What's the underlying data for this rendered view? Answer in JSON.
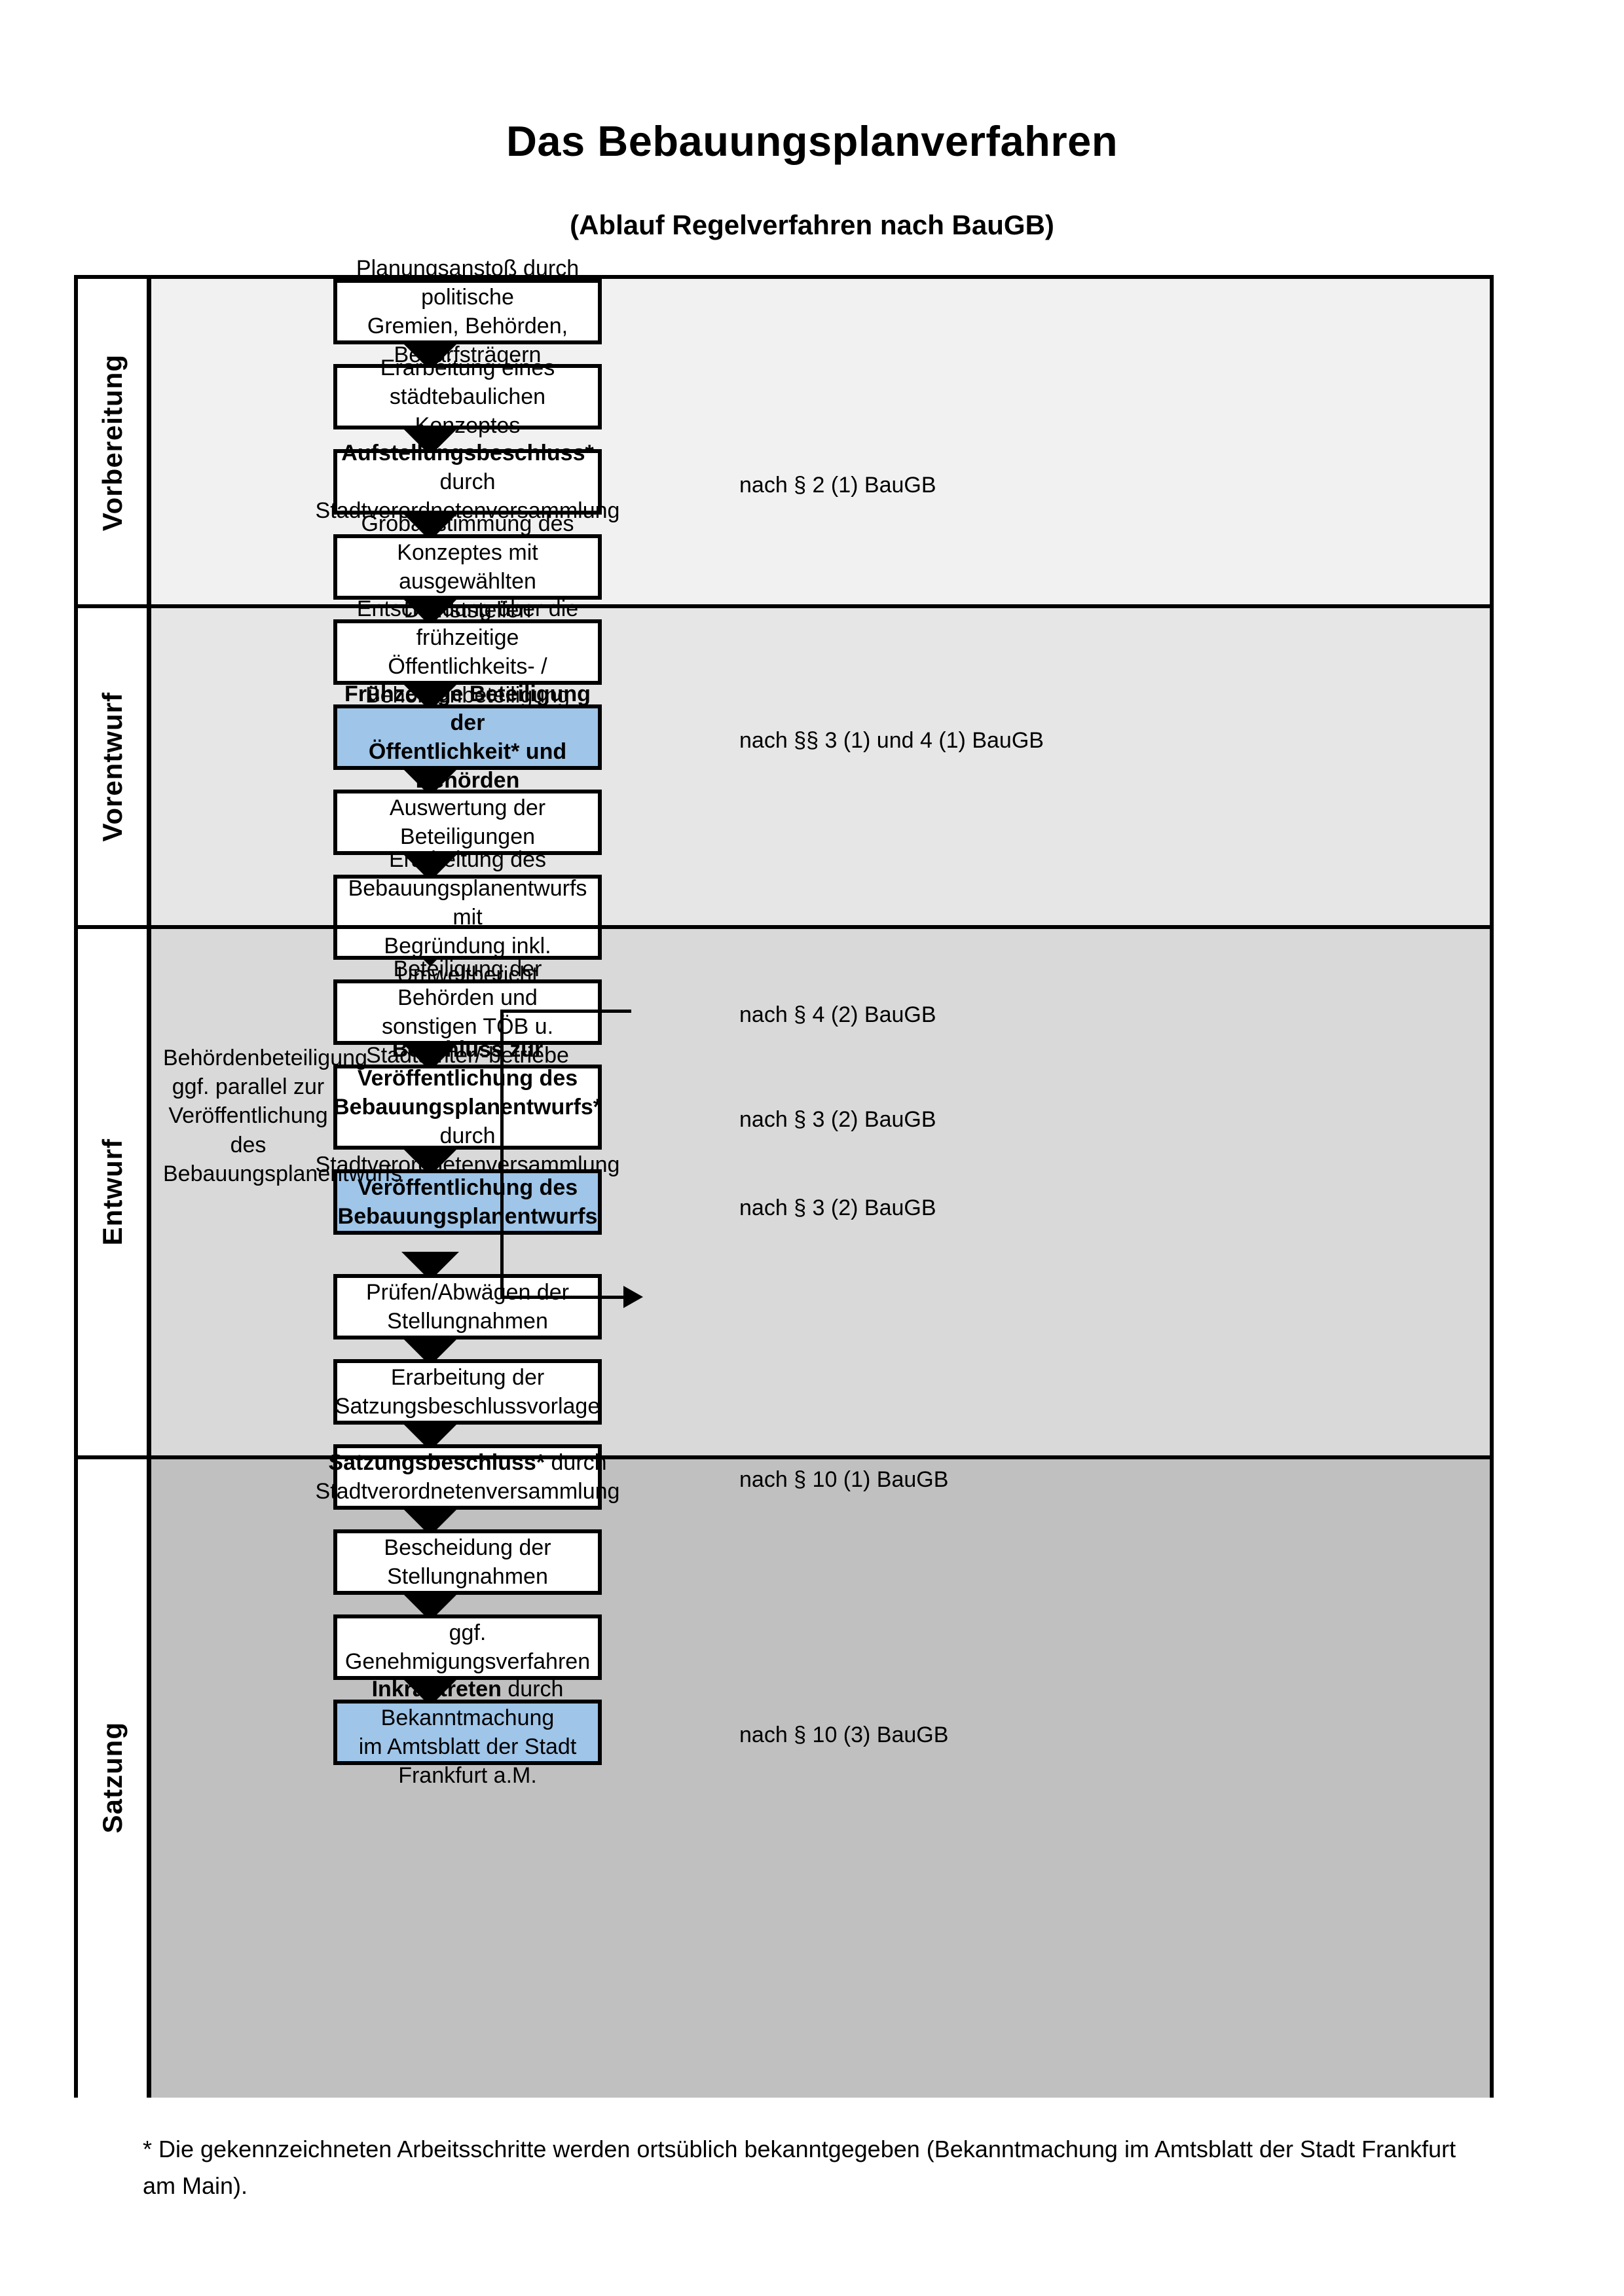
{
  "title": {
    "main": "Das Bebauungsplanverfahren",
    "sub": "(Ablauf Regelverfahren nach BauGB)"
  },
  "colors": {
    "highlight_box": "#9fc5e8",
    "band_vorbereitung": "#f1f1f1",
    "band_vorentwurf": "#e6e6e6",
    "band_entwurf": "#d9d9d9",
    "band_satzung": "#c0c0c0",
    "border": "#000000"
  },
  "phases": [
    {
      "id": "vorbereitung",
      "label": "Vorbereitung"
    },
    {
      "id": "vorentwurf",
      "label": "Vorentwurf"
    },
    {
      "id": "entwurf",
      "label": "Entwurf"
    },
    {
      "id": "satzung",
      "label": "Satzung"
    }
  ],
  "steps": [
    {
      "id": "s1",
      "phase": "vorbereitung",
      "highlight": false,
      "lines": [
        {
          "text": "Planungsanstoß durch politische",
          "bold": false
        },
        {
          "text": "Gremien, Behörden, Bedarfsträgern",
          "bold": false
        }
      ]
    },
    {
      "id": "s2",
      "phase": "vorbereitung",
      "highlight": false,
      "lines": [
        {
          "text": "Erarbeitung eines städtebaulichen",
          "bold": false
        },
        {
          "text": "Konzeptes",
          "bold": false
        }
      ]
    },
    {
      "id": "s3",
      "phase": "vorbereitung",
      "highlight": false,
      "lines": [
        {
          "text": "Aufstellungsbeschluss*",
          "bold": true,
          "suffix": " durch"
        },
        {
          "text": "Stadtverordnetenversammlung",
          "bold": false
        }
      ]
    },
    {
      "id": "s4",
      "phase": "vorentwurf",
      "highlight": false,
      "lines": [
        {
          "text": "Grobabstimmung des Konzeptes mit",
          "bold": false
        },
        {
          "text": "ausgewählten Dienststellen",
          "bold": false
        }
      ]
    },
    {
      "id": "s5",
      "phase": "vorentwurf",
      "highlight": false,
      "lines": [
        {
          "text": "Entscheidung über die frühzeitige",
          "bold": false
        },
        {
          "text": "Öffentlichkeits- / Behördenbeteiligung",
          "bold": false
        }
      ]
    },
    {
      "id": "s6",
      "phase": "vorentwurf",
      "highlight": true,
      "lines": [
        {
          "text": "Frühzeitige Beteiligung der",
          "bold": true
        },
        {
          "text": "Öffentlichkeit* und Behörden",
          "bold": true
        }
      ]
    },
    {
      "id": "s7",
      "phase": "entwurf",
      "highlight": false,
      "lines": [
        {
          "text": "Auswertung der Beteiligungen",
          "bold": false
        }
      ]
    },
    {
      "id": "s8",
      "phase": "entwurf",
      "highlight": false,
      "lines": [
        {
          "text": "Erarbeitung des",
          "bold": false
        },
        {
          "text": "Bebauungsplanentwurfs mit",
          "bold": false
        },
        {
          "text": "Begründung inkl. Umweltbericht",
          "bold": false
        }
      ]
    },
    {
      "id": "s9",
      "phase": "entwurf",
      "highlight": false,
      "lines": [
        {
          "text": "Beteiligung der Behörden und",
          "bold": false
        },
        {
          "text": "sonstigen TÖB u. Stadtämter/-betriebe",
          "bold": false
        }
      ]
    },
    {
      "id": "s10",
      "phase": "entwurf",
      "highlight": false,
      "lines": [
        {
          "text": "Beschluss zur Veröffentlichung des",
          "bold": true
        },
        {
          "text": "Bebauungsplanentwurfs*",
          "bold": true,
          "suffix": " durch"
        },
        {
          "text": "Stadtverordnetenversammlung",
          "bold": false
        }
      ]
    },
    {
      "id": "s11",
      "phase": "entwurf",
      "highlight": true,
      "lines": [
        {
          "text": "Veröffentlichung des",
          "bold": true
        },
        {
          "text": "Bebauungsplanentwurfs",
          "bold": true
        }
      ]
    },
    {
      "id": "s12",
      "phase": "satzung",
      "highlight": false,
      "lines": [
        {
          "text": "Prüfen/Abwägen der Stellungnahmen",
          "bold": false
        }
      ]
    },
    {
      "id": "s13",
      "phase": "satzung",
      "highlight": false,
      "lines": [
        {
          "text": "Erarbeitung der",
          "bold": false
        },
        {
          "text": "Satzungsbeschlussvorlage",
          "bold": false
        }
      ]
    },
    {
      "id": "s14",
      "phase": "satzung",
      "highlight": false,
      "lines": [
        {
          "text": "Satzungsbeschluss*",
          "bold": true,
          "suffix": " durch"
        },
        {
          "text": "Stadtverordnetenversammlung",
          "bold": false
        }
      ]
    },
    {
      "id": "s15",
      "phase": "satzung",
      "highlight": false,
      "lines": [
        {
          "text": "Bescheidung der Stellungnahmen",
          "bold": false
        }
      ]
    },
    {
      "id": "s16",
      "phase": "satzung",
      "highlight": false,
      "lines": [
        {
          "text": "ggf. Genehmigungsverfahren",
          "bold": false
        }
      ]
    },
    {
      "id": "s17",
      "phase": "satzung",
      "highlight": true,
      "lines": [
        {
          "text": "Inkrafttreten",
          "bold": true,
          "suffix": " durch Bekanntmachung"
        },
        {
          "text": "im Amtsblatt der Stadt Frankfurt a.M.",
          "bold": false
        }
      ]
    }
  ],
  "law_notes": [
    {
      "id": "n1",
      "text": "nach § 2 (1) BauGB"
    },
    {
      "id": "n2",
      "text": "nach §§ 3 (1) und 4 (1) BauGB"
    },
    {
      "id": "n3",
      "text": "nach § 4 (2) BauGB"
    },
    {
      "id": "n4",
      "text": "nach § 3 (2) BauGB"
    },
    {
      "id": "n5",
      "text": "nach § 3 (2) BauGB"
    },
    {
      "id": "n6",
      "text": "nach § 10 (1) BauGB"
    },
    {
      "id": "n7",
      "text": "nach § 10 (3) BauGB"
    }
  ],
  "side_note": {
    "lines": [
      "Behördenbeteiligung",
      "ggf. parallel zur",
      "Veröffentlichung des",
      "Bebauungsplanentwurfs"
    ]
  },
  "footnote": "* Die gekennzeichneten Arbeitsschritte werden ortsüblich bekanntgegeben (Bekanntmachung im Amtsblatt  der Stadt Frankfurt am Main)."
}
